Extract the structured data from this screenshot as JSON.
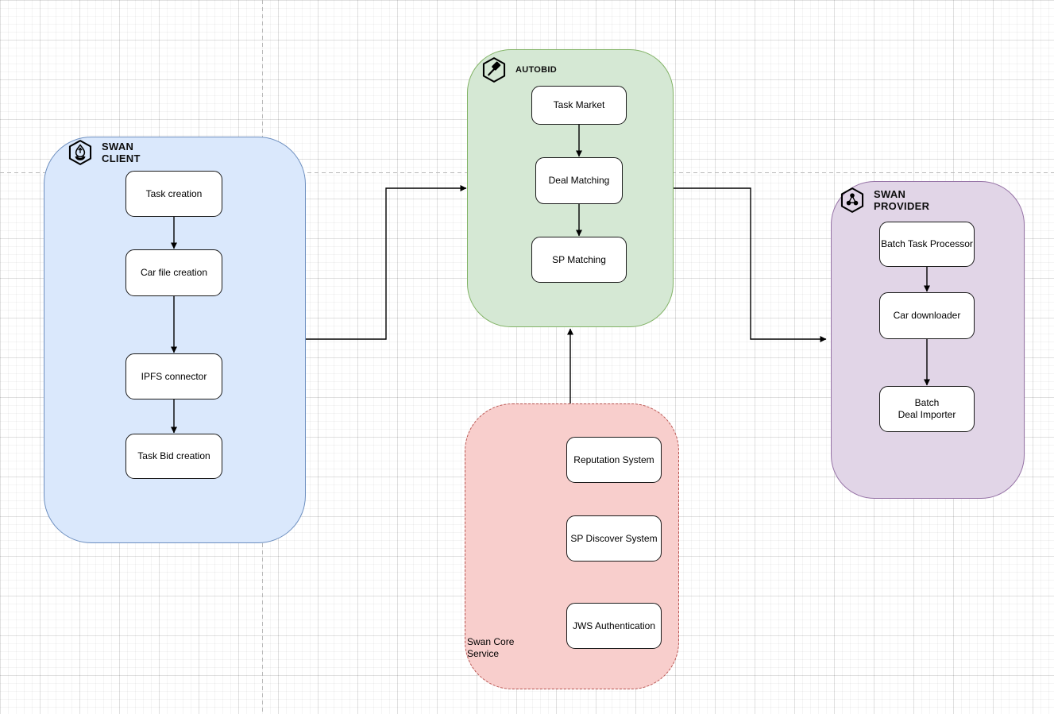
{
  "groups": {
    "swan_client": {
      "title_lines": [
        "SWAN",
        "CLIENT"
      ],
      "icon": "hexagon-droplet-icon",
      "fill": "#dae8fc",
      "stroke": "#6c8ebf",
      "nodes": [
        "Task creation",
        "Car file creation",
        "IPFS connector",
        "Task Bid creation"
      ]
    },
    "autobid": {
      "title_lines": [
        "AUTOBID"
      ],
      "icon": "hexagon-gavel-icon",
      "fill": "#d5e8d4",
      "stroke": "#82b366",
      "nodes": [
        "Task Market",
        "Deal Matching",
        "SP Matching"
      ]
    },
    "swan_provider": {
      "title_lines": [
        "SWAN",
        "PROVIDER"
      ],
      "icon": "hexagon-cluster-icon",
      "fill": "#e1d5e7",
      "stroke": "#9673a6",
      "nodes": [
        "Batch Task Processor",
        "Car downloader"
      ],
      "node3_lines": [
        "Batch",
        "Deal Importer"
      ]
    },
    "swan_core": {
      "label_lines": [
        "Swan Core",
        "Service"
      ],
      "fill": "#f8cecc",
      "stroke": "#b85450",
      "border_style": "dashed",
      "nodes": [
        "Reputation System",
        "SP Discover System",
        "JWS Authentication"
      ]
    }
  },
  "edges": {
    "cross_group": [
      {
        "from": "Swan Client",
        "to": "Autobid"
      },
      {
        "from": "Autobid",
        "to": "Swan Provider"
      },
      {
        "from": "Swan Core Service",
        "to": "Autobid"
      }
    ],
    "color": "#000000"
  },
  "node_style": {
    "fill": "#ffffff",
    "stroke": "#000000"
  },
  "background": {
    "grid": "on",
    "page_guides": "dashed"
  }
}
